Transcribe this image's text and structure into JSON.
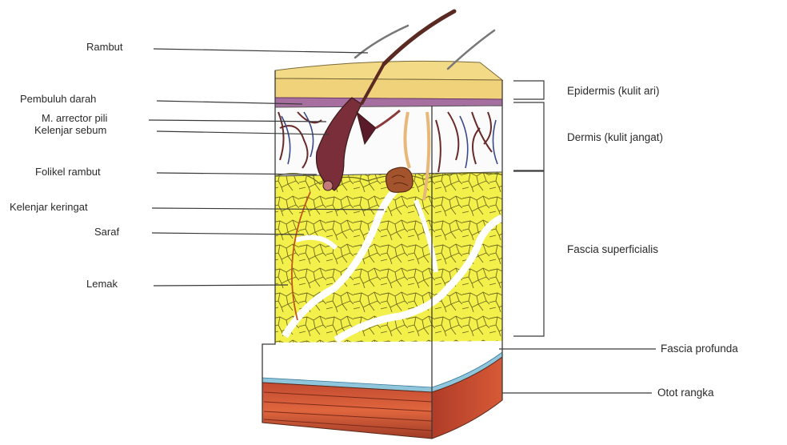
{
  "diagram": {
    "left_labels": [
      "Rambut",
      "Pembuluh darah",
      "M. arrector pili",
      "Kelenjar sebum",
      "Folikel rambut",
      "Kelenjar keringat",
      "Saraf",
      "Lemak"
    ],
    "right_labels": [
      "Epidermis (kulit ari)",
      "Dermis (kulit jangat)",
      "Fascia superficialis",
      "Fascia profunda",
      "Otot rangka"
    ],
    "colors": {
      "epidermis": "#efd27a",
      "epidermis_basal": "#a06a9a",
      "fat": "#f2f04a",
      "fat_outline": "#6a6a1a",
      "fascia_profunda": "#8fc6dc",
      "muscle": "#c8492e",
      "hair": "#5a2a22",
      "vessel": "#6a2a2a",
      "line": "#3a3a3a"
    }
  }
}
